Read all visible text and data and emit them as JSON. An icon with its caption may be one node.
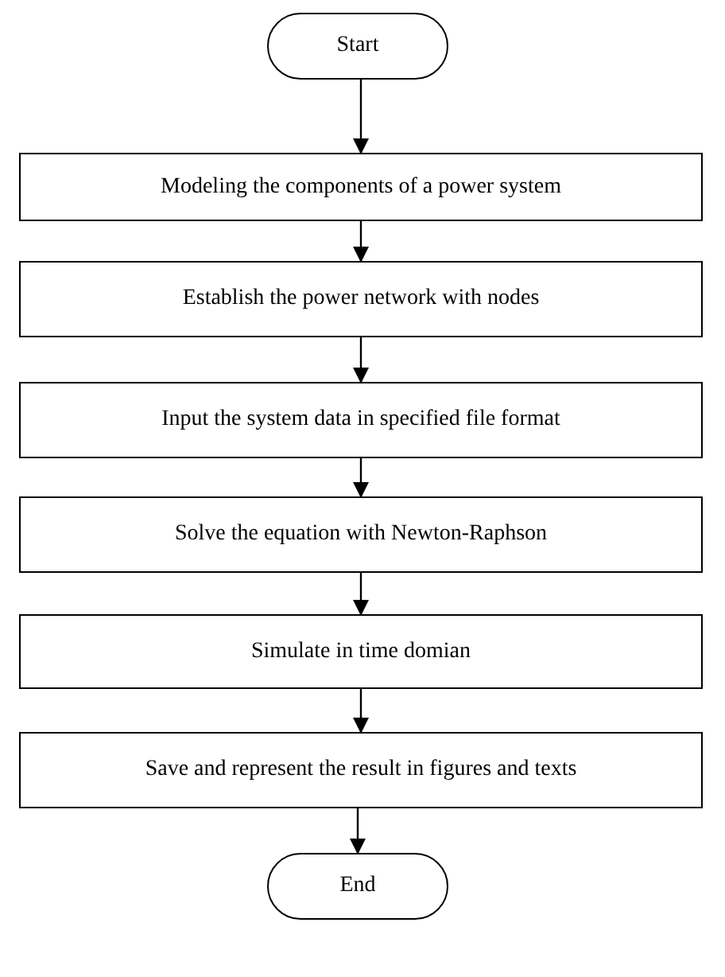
{
  "diagram": {
    "nodes": [
      {
        "text": [
          "Start"
        ]
      },
      {
        "text": [
          "Modeling the components of a power system"
        ]
      },
      {
        "text": [
          "Establish the power network with nodes"
        ]
      },
      {
        "text": [
          "Input the system data in specified file format"
        ]
      },
      {
        "text": [
          "Solve the equation with Newton-Raphson"
        ]
      },
      {
        "text": [
          "Simulate in time domian"
        ]
      },
      {
        "text": [
          "Save and represent the result in figures and texts"
        ]
      },
      {
        "text": [
          "End"
        ]
      }
    ],
    "edges": [
      {
        "from": 0,
        "to": 1,
        "arrow": "to"
      },
      {
        "from": 1,
        "to": 2,
        "arrow": "to"
      },
      {
        "from": 2,
        "to": 3,
        "arrow": "to"
      },
      {
        "from": 3,
        "to": 4,
        "arrow": "to"
      },
      {
        "from": 4,
        "to": 5,
        "arrow": "to"
      },
      {
        "from": 5,
        "to": 6,
        "arrow": "to"
      },
      {
        "from": 6,
        "to": 7,
        "arrow": "to"
      }
    ]
  }
}
